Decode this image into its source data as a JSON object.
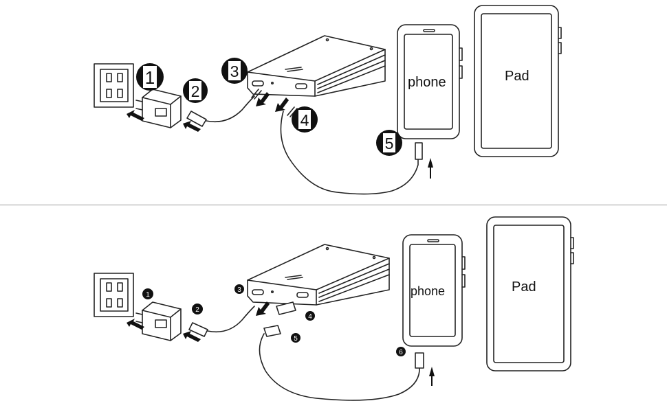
{
  "colors": {
    "line": "#222222",
    "badge": "#1a1a1a",
    "badge_text": "#ffffff",
    "divider": "#9a9a9a"
  },
  "icons": [
    "wall-outlet-icon",
    "wall-charger-icon",
    "power-bank-icon",
    "usb-cable-icon",
    "arrow-icon"
  ],
  "top": {
    "phone_label": "phone",
    "pad_label": "Pad",
    "steps": [
      "1",
      "2",
      "3",
      "4",
      "5"
    ]
  },
  "bottom": {
    "phone_label": "phone",
    "pad_label": "Pad",
    "steps": [
      "1",
      "2",
      "3",
      "4",
      "5",
      "6"
    ]
  }
}
